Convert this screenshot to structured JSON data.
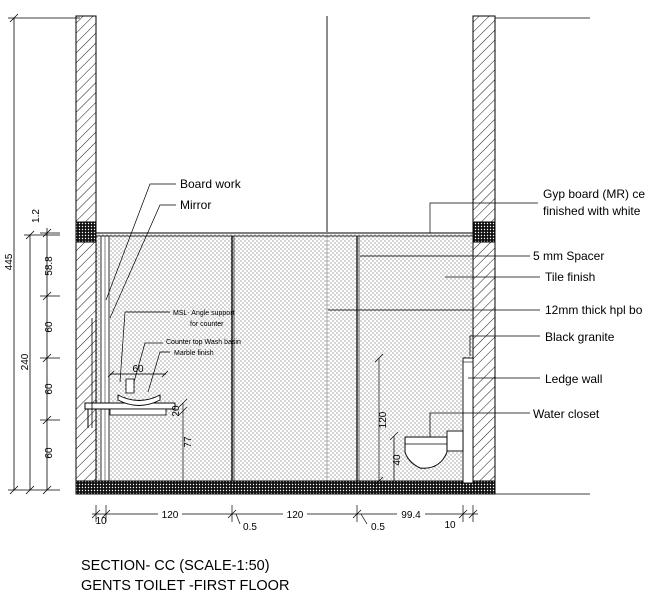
{
  "drawing": {
    "title_line1": "SECTION- CC (SCALE-1:50)",
    "title_line2": "GENTS TOILET -FIRST FLOOR",
    "left_labels": {
      "board_work": "Board work",
      "mirror": "Mirror",
      "msl_line1": "MSL- Angle support",
      "msl_line2": "for counter",
      "counter_top": "Counter top Wash basin",
      "marble_finish": "Marble finish"
    },
    "right_labels": {
      "gyp_board_line1": "Gyp board (MR) ce",
      "gyp_board_line2": "finished with white",
      "spacer": "5 mm Spacer",
      "tile_finish": "Tile finish",
      "hpl_board": "12mm thick hpl bo",
      "black_granite": "Black granite",
      "ledge_wall": "Ledge wall",
      "water_closet": "Water closet"
    },
    "vertical_dims": {
      "overall": "445",
      "dado": "240",
      "d_top": "1.2",
      "d_58": "58.8",
      "d_60a": "60",
      "d_60b": "60",
      "d_60c": "60"
    },
    "inner_dims": {
      "counter_width": "60",
      "counter_thk": "20",
      "counter_height": "77",
      "ledge_height": "120",
      "wc_height": "40"
    },
    "bottom_dims": {
      "d10a": "10",
      "d120a": "120",
      "d05a": "0.5",
      "d120b": "120",
      "d05b": "0.5",
      "d994": "99.4",
      "d10b": "10"
    }
  }
}
